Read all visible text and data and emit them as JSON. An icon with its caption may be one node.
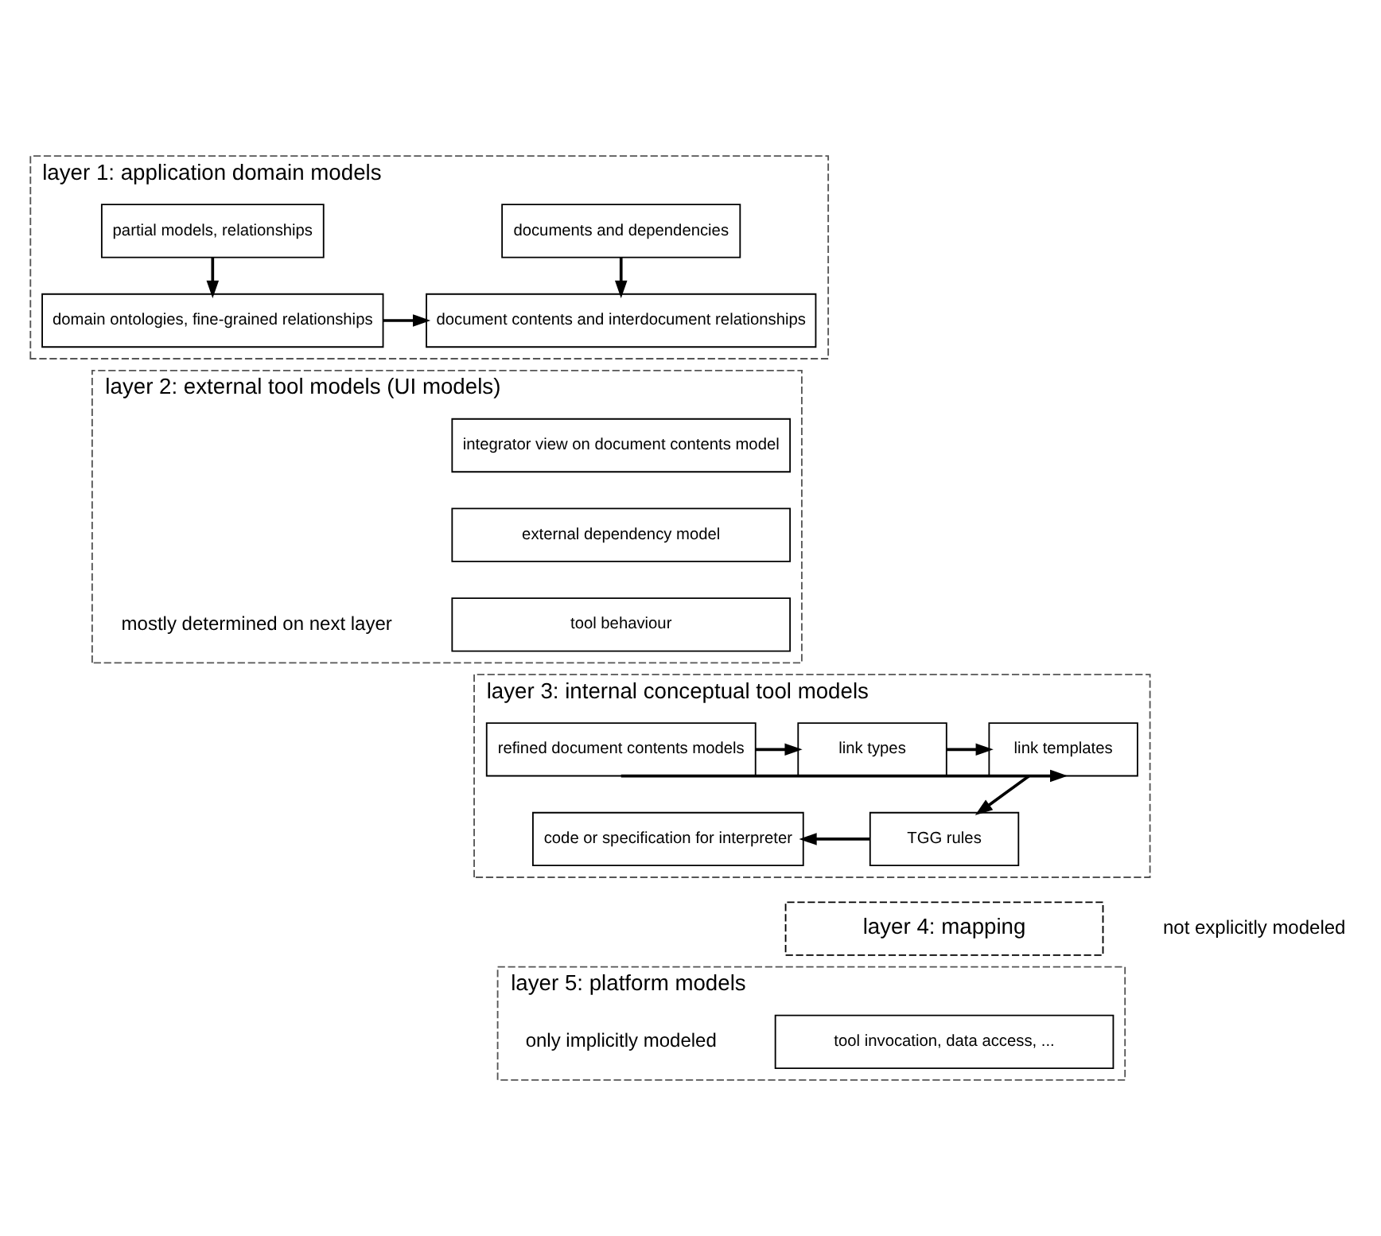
{
  "diagram": {
    "nodes": [
      {
        "text": [
          "layer 1: application domain models"
        ]
      },
      {
        "text": [
          "partial models, relationships"
        ],
        "in": 0
      },
      {
        "text": [
          "documents and dependencies"
        ],
        "in": 0
      },
      {
        "text": [
          "domain ontologies, fine-grained relationships"
        ],
        "in": 0
      },
      {
        "text": [
          "document contents and interdocument relationships"
        ],
        "in": 0
      },
      {
        "text": [
          "layer 2: external tool models (UI models)"
        ],
        "beside": [
          "mostly determined on next layer"
        ]
      },
      {
        "text": [
          "integrator view on document contents model"
        ],
        "in": 5
      },
      {
        "text": [
          "external dependency model"
        ],
        "in": 5
      },
      {
        "text": [
          "tool behaviour"
        ],
        "in": 5
      },
      {
        "text": [
          "layer 3: internal conceptual tool models"
        ]
      },
      {
        "text": [
          "refined document contents models"
        ],
        "in": 9
      },
      {
        "text": [
          "link types"
        ],
        "in": 9
      },
      {
        "text": [
          "link templates"
        ],
        "in": 9
      },
      {
        "text": [
          "code or specification for interpreter"
        ],
        "in": 9
      },
      {
        "text": [
          "TGG rules"
        ],
        "in": 9
      },
      {
        "text": [
          "layer 4: mapping"
        ],
        "beside": [
          "not explicitly modeled"
        ]
      },
      {
        "text": [
          "layer 5: platform models"
        ],
        "beside": [
          "only implicitly modeled"
        ]
      },
      {
        "text": [
          "tool invocation, data access, ..."
        ],
        "in": 16
      }
    ],
    "edges": [
      {
        "from": 1,
        "to": 3,
        "arrow": "to"
      },
      {
        "from": 2,
        "to": 4,
        "arrow": "to"
      },
      {
        "from": 3,
        "to": 4,
        "arrow": "to"
      },
      {
        "from": 10,
        "to": 11,
        "arrow": "to"
      },
      {
        "from": 11,
        "to": 12,
        "arrow": "to"
      },
      {
        "from": 10,
        "to": 12,
        "arrow": "to"
      },
      {
        "from": 12,
        "to": 14,
        "arrow": "to"
      },
      {
        "from": 14,
        "to": 13,
        "arrow": "to"
      }
    ]
  }
}
